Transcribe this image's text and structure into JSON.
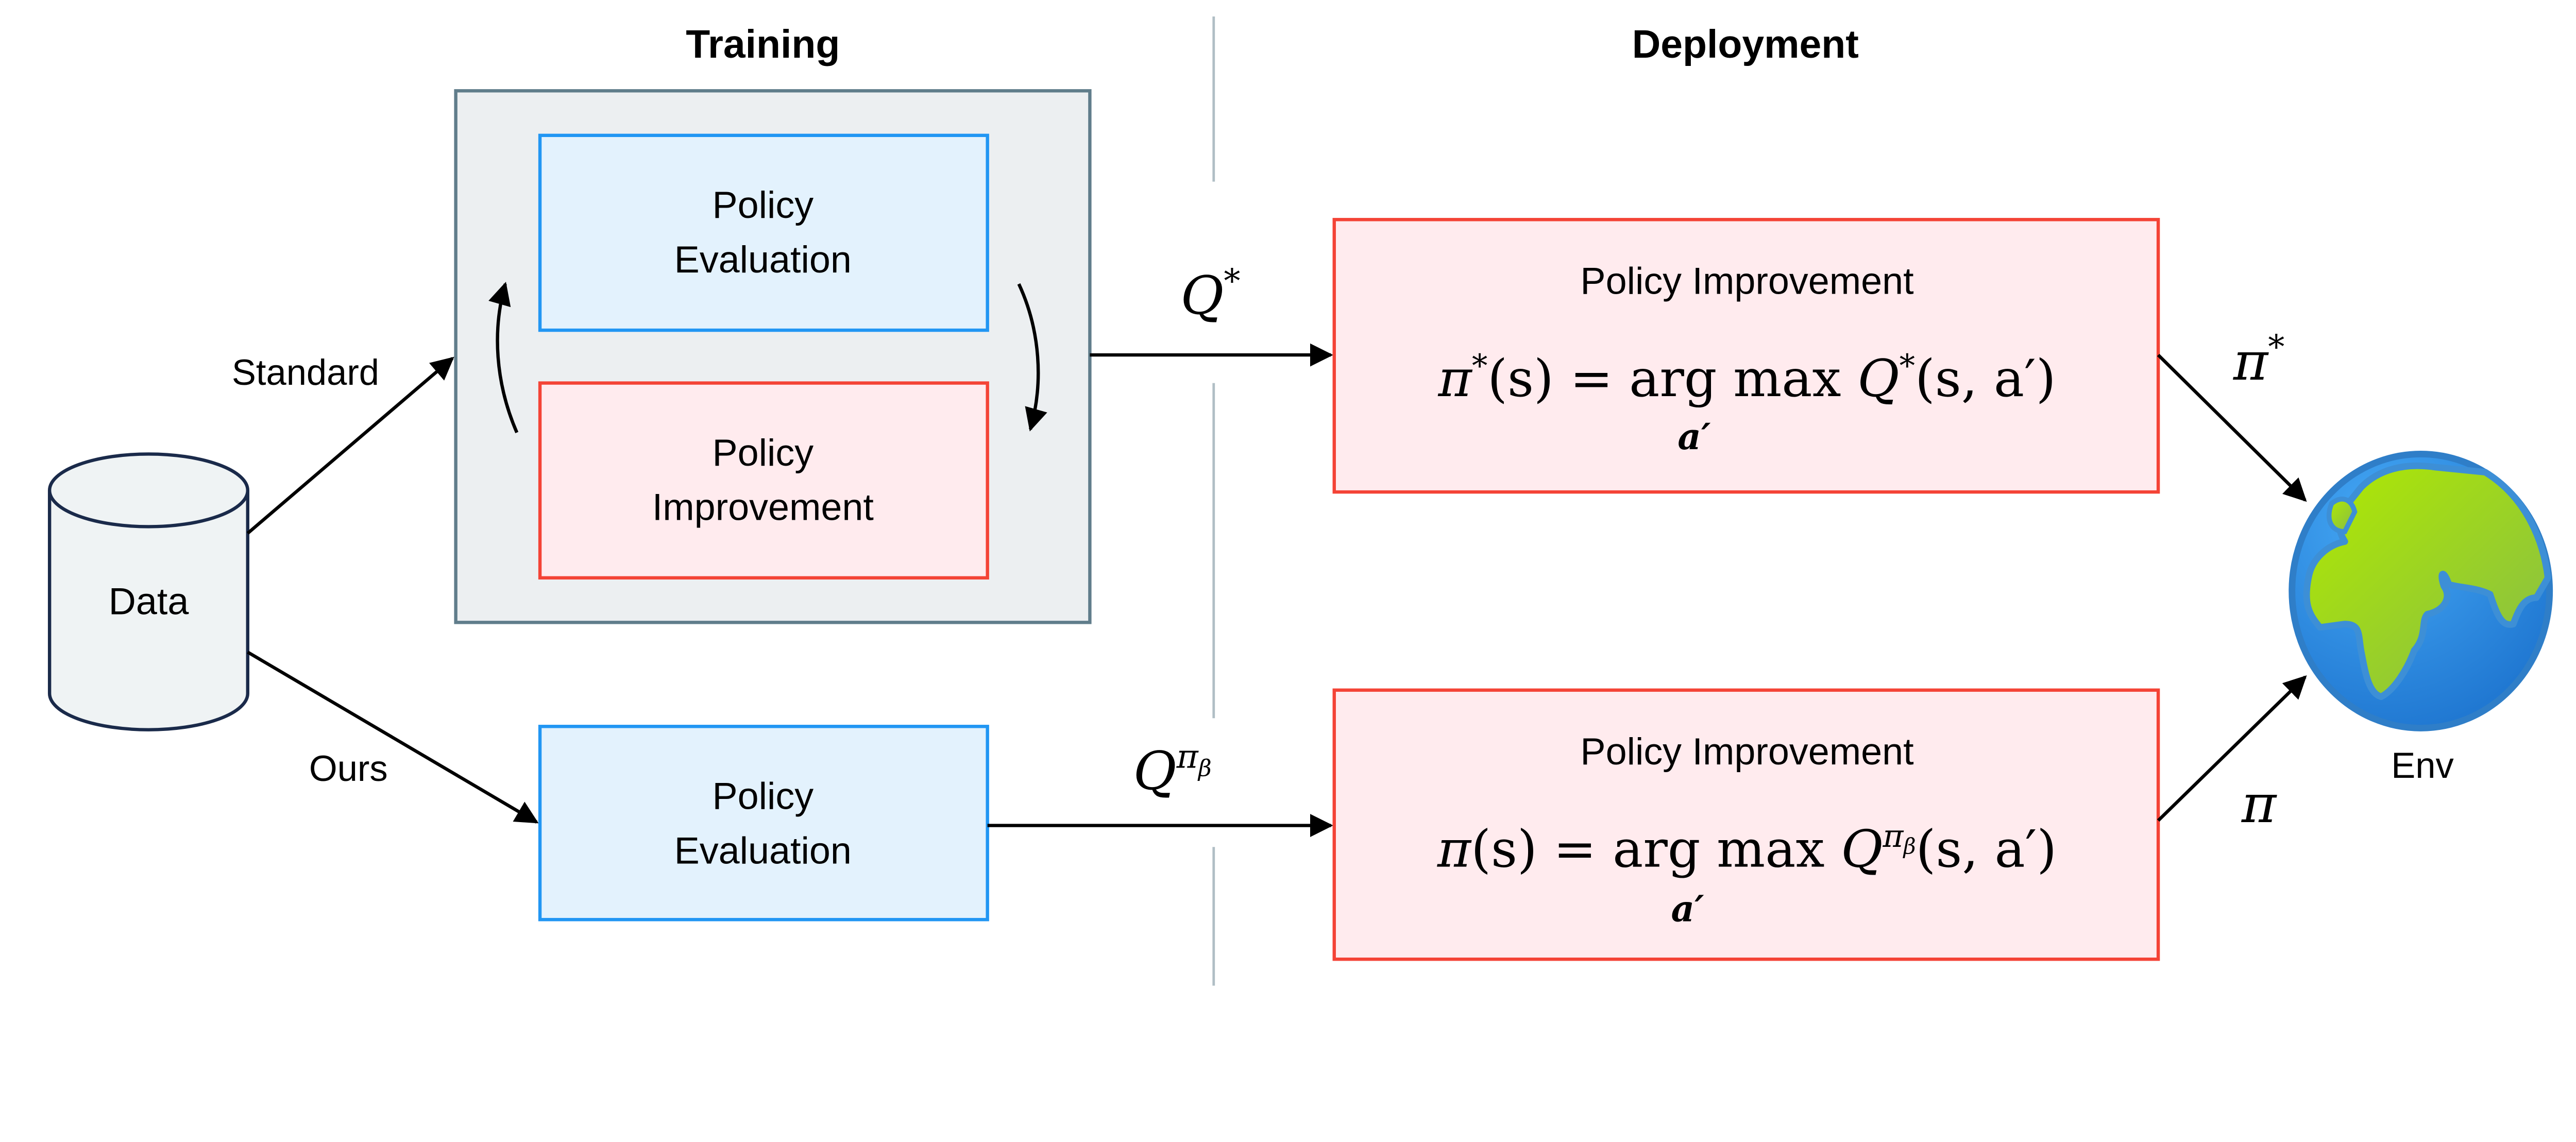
{
  "training": {
    "title": "Training",
    "standard_label": "Standard",
    "ours_label": "Ours",
    "loop_eval": [
      "Policy",
      "Evaluation"
    ],
    "loop_improve": [
      "Policy",
      "Improvement"
    ],
    "ours_eval": [
      "Policy",
      "Evaluation"
    ]
  },
  "data_store": {
    "label": "Data"
  },
  "deployment": {
    "title": "Deployment",
    "top": {
      "edge_label": {
        "base": "Q",
        "sup": "*"
      },
      "box_title": "Policy Improvement",
      "formula": {
        "lhs": "π",
        "lhs_sup": "*",
        "lhs_rest": "(s) = ",
        "op": "arg max",
        "op_sub": "a′",
        "q": "Q",
        "q_sup": "*",
        "q_rest": "(s, a′)"
      },
      "out_label": {
        "base": "π",
        "sup": "*"
      }
    },
    "bottom": {
      "edge_label": {
        "base": "Q",
        "sup": "π",
        "subsup": "β"
      },
      "box_title": "Policy Improvement",
      "formula": {
        "lhs": "π",
        "lhs_sup": "",
        "lhs_rest": "(s) = ",
        "op": "arg max",
        "op_sub": "a′",
        "q": "Q",
        "q_sup": "π",
        "q_subsup": "β",
        "q_rest": "(s, a′)"
      },
      "out_label": {
        "base": "π"
      }
    }
  },
  "env": {
    "label": "Env",
    "icon": "globe-europe-africa"
  },
  "colors": {
    "eval_fill": "#e3f2fd",
    "eval_stroke": "#2196f3",
    "improve_fill": "#ffebee",
    "improve_stroke": "#f44336",
    "training_fill": "#eceff1",
    "training_stroke": "#607d8b",
    "data_fill": "#eff3f4",
    "data_stroke": "#1a2a4a",
    "globe_ocean": "#2f8fe6",
    "globe_land": "#a4e000"
  }
}
